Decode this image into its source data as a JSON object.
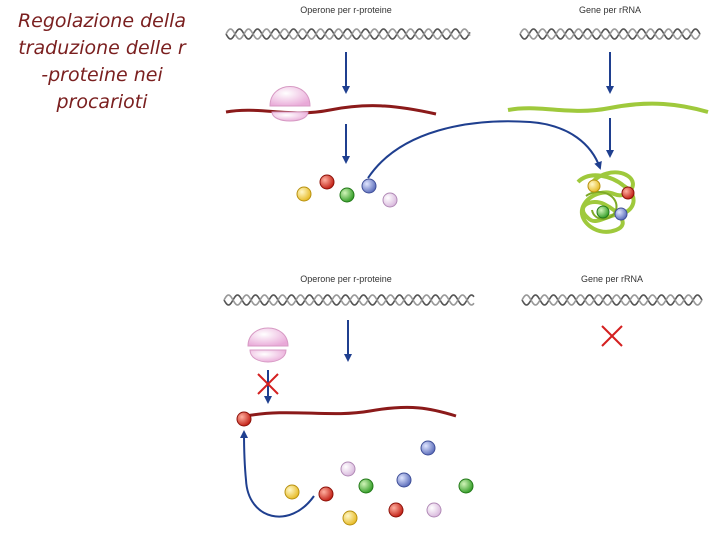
{
  "title": {
    "line1": "Regolazione della",
    "line2": "traduzione delle r",
    "line3": "-proteine nei",
    "line4": "procarioti"
  },
  "top_panel": {
    "operon_label": "Operone per r-proteine",
    "gene_label": "Gene per rRNA"
  },
  "bottom_panel": {
    "operon_label": "Operone per r-proteine",
    "gene_label": "Gene per rRNA"
  },
  "colors": {
    "title": "#7a1f1f",
    "arrow": "#1f3f8f",
    "mrna": "#8b1a1a",
    "rrna": "#9fc93c",
    "ribosome": "#f3c6e6",
    "block_x": "#d42020",
    "protein_yellow": "#f2d24a",
    "protein_red": "#d8321e",
    "protein_green": "#49b83a",
    "protein_blue": "#7f8ecf",
    "protein_lilac": "#f1d6f1"
  }
}
